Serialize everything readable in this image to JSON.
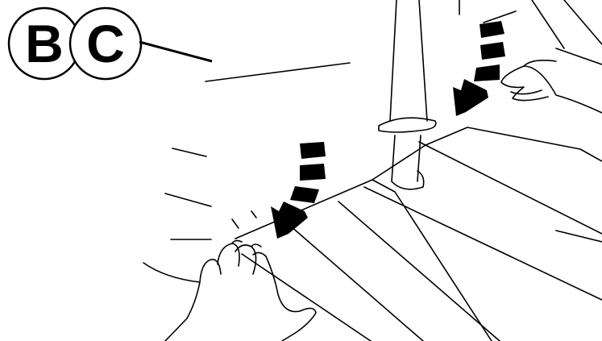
{
  "callouts": [
    {
      "id": "b",
      "label": "B"
    },
    {
      "id": "c",
      "label": "C"
    }
  ],
  "icons": {
    "arrows": [
      "motion-arrow-icon",
      "motion-arrow-icon"
    ],
    "hands": [
      "hand-icon",
      "hand-icon"
    ]
  },
  "colors": {
    "ink": "#000000",
    "paper": "#ffffff"
  }
}
